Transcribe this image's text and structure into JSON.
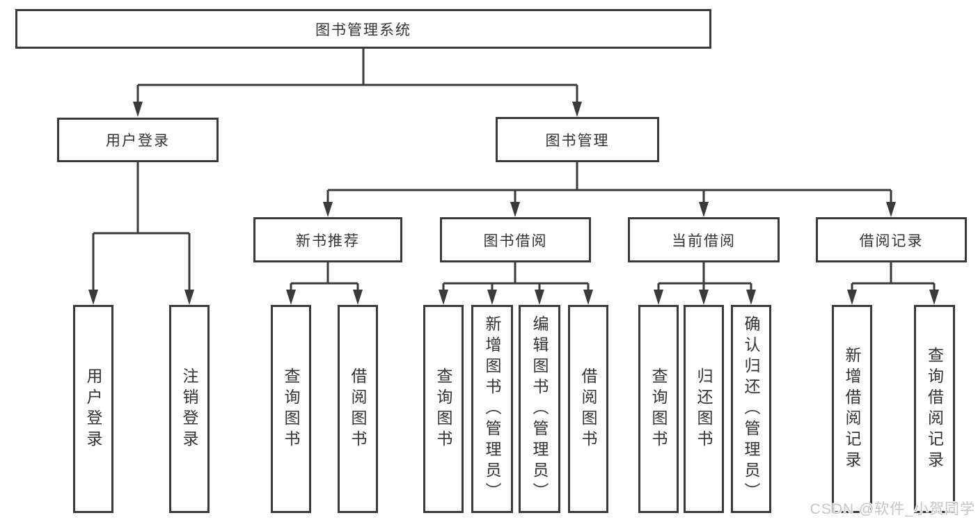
{
  "diagram": {
    "title_node": {
      "label": "图书管理系统"
    },
    "level2": [
      {
        "id": "user-login",
        "label": "用户登录"
      },
      {
        "id": "book-management",
        "label": "图书管理"
      }
    ],
    "level3": [
      {
        "id": "new-book-recommend",
        "parent": "图书管理",
        "label": "新书推荐"
      },
      {
        "id": "book-borrowing",
        "parent": "图书管理",
        "label": "图书借阅"
      },
      {
        "id": "current-borrowing",
        "parent": "图书管理",
        "label": "当前借阅"
      },
      {
        "id": "borrowing-records",
        "parent": "图书管理",
        "label": "借阅记录"
      }
    ],
    "level4": [
      {
        "id": "user-login-leaf",
        "parent": "用户登录",
        "label": "用户登录"
      },
      {
        "id": "logout-leaf",
        "parent": "用户登录",
        "label": "注销登录"
      },
      {
        "id": "recommend-query-books",
        "parent": "新书推荐",
        "label": "查询图书"
      },
      {
        "id": "recommend-borrow-books",
        "parent": "新书推荐",
        "label": "借阅图书"
      },
      {
        "id": "borrowing-query-books",
        "parent": "图书借阅",
        "label": "查询图书"
      },
      {
        "id": "borrowing-add-books-admin",
        "parent": "图书借阅",
        "label": "新增图书（管理员）"
      },
      {
        "id": "borrowing-edit-books-admin",
        "parent": "图书借阅",
        "label": "编辑图书（管理员）"
      },
      {
        "id": "borrowing-borrow-books",
        "parent": "图书借阅",
        "label": "借阅图书"
      },
      {
        "id": "current-query-books",
        "parent": "当前借阅",
        "label": "查询图书"
      },
      {
        "id": "current-return-books",
        "parent": "当前借阅",
        "label": "归还图书"
      },
      {
        "id": "current-confirm-return-admin",
        "parent": "当前借阅",
        "label": "确认归还（管理员）"
      },
      {
        "id": "records-add-record",
        "parent": "借阅记录",
        "label": "新增借阅记录"
      },
      {
        "id": "records-query-record",
        "parent": "借阅记录",
        "label": "查询借阅记录"
      }
    ]
  },
  "watermark": {
    "text": "CSDN @软件_小贺同学"
  },
  "colors": {
    "line": "#3a3a3a",
    "text": "#333333",
    "background": "#ffffff",
    "watermark": "#c5c5c5"
  }
}
